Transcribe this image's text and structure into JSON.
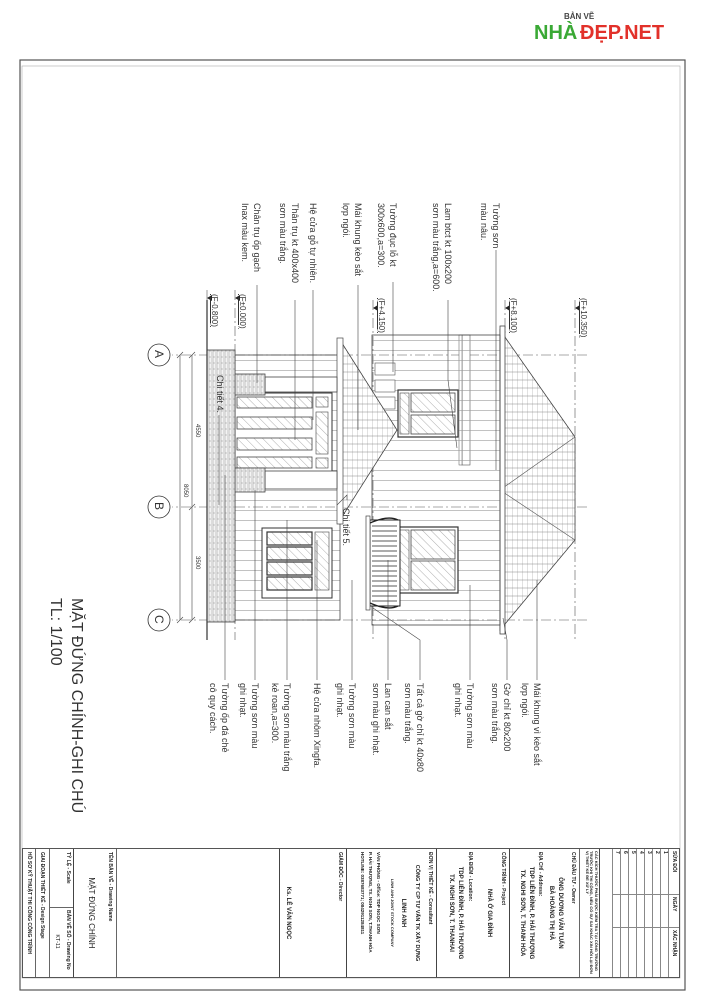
{
  "watermark": {
    "top": "BẢN VẼ",
    "brand_a": "NHÀ",
    "brand_b": "ĐẸP.NET",
    "colors": {
      "green": "#3aa935",
      "red": "#e2312a"
    }
  },
  "drawing": {
    "title": "MẶT ĐỨNG CHÍNH-GHI CHÚ",
    "scale": "TL: 1/100",
    "levels": [
      "(F+10.350)",
      "(F+8.100)",
      "(F+4.150)",
      "(F±0.000)",
      "(F-0.800)"
    ],
    "axes": [
      "A",
      "B",
      "C"
    ],
    "dimensions": {
      "ab": "4550",
      "bc": "3500",
      "total": "8050"
    },
    "callouts": [
      "Chi tiết 4.",
      "Chi tiết 5."
    ],
    "left_notes": [
      [
        "Tường sơn",
        "màu nâu."
      ],
      [
        "Lam btct kt 100x200",
        "sơn màu trắng,a=600."
      ],
      [
        "Tường đục lỗ kt",
        "300x600,a=300."
      ],
      [
        "Mái khung kèo sắt",
        "lợp ngói."
      ],
      [
        "Hệ cửa gỗ tự nhiên."
      ],
      [
        "Thân trụ kt 400x400",
        "sơn màu trắng."
      ],
      [
        "Chân trụ ốp gạch",
        "Inax màu kem."
      ]
    ],
    "right_notes": [
      [
        "Mái khung vì kèo sắt",
        "lợp ngói."
      ],
      [
        "Gờ chỉ kt 80x200",
        "sơn màu trắng."
      ],
      [
        "Tường sơn màu",
        "ghi nhạt."
      ],
      [
        "Tất cả gờ chỉ kt 40x80",
        "sơn màu trắng."
      ],
      [
        "Lan can sắt",
        "sơn màu ghi nhạt."
      ],
      [
        "Tường sơn màu",
        "ghi nhạt."
      ],
      [
        "Hệ cửa nhôm Xingfa."
      ],
      [
        "Tường sơn màu trắng",
        "kẻ roan,a=300."
      ],
      [
        "Tường sơn màu",
        "ghi nhạt."
      ],
      [
        "Tường ốp đá chẻ",
        "cô quy cách."
      ]
    ]
  },
  "title_block": {
    "revision_headers": [
      "SỬA ĐỔI",
      "NGÀY",
      "XÁC NHẬN"
    ],
    "revision_rows": [
      "1",
      "2",
      "3",
      "4",
      "5",
      "6",
      "7"
    ],
    "note": "CÁC KÍCH THƯỚC PHẢI ĐƯỢC KIỂM TRA TẠI CÔNG TRƯỜNG TRƯỚC KHI THI CÔNG, NẾU CÓ SỰ SAI KHÁC XIN HỎI LẠI ĐƠN VỊ THIẾT KẾ ĐỂ XỬ LÝ",
    "owner_label": "CHỦ ĐẦU TƯ - Owner",
    "owner_1": "ÔNG DƯƠNG VĂN TUẤN",
    "owner_2": "BÀ HOÀNG THỊ HÀ",
    "address_label": "ĐỊA CHỈ - Address:",
    "address_1": "TDP LIÊN ĐÌNH, P. HẢI THƯỢNG",
    "address_2": "TX. NGHI SƠN, T. THANH HÓA",
    "project_label": "CÔNG TRÌNH - Project",
    "project": "NHÀ Ở GIA ĐÌNH",
    "location_label": "ĐỊA ĐIỂM - Location:",
    "location_1": "TDP LIÊN ĐÌNH, P. HẢI THƯỢNG",
    "location_2": "TX. NGHI SƠN, T. THANHAI",
    "consultant_label": "ĐƠN VỊ THIẾT KẾ - Consultant",
    "company": "CÔNG TY CP TƯ VẤN TK XÂY DỰNG",
    "company_name": "LINH ANH",
    "company_en": "LINH ANH JOINT STOCK COMPANY",
    "office_1": "VĂN PHÒNG - Office: TDP NGỌC SƠN",
    "office_2": "P. HẢI THƯỢNG, TX. NGHI SƠN, T.THANH HÓA",
    "hotline": "HOTLINE: 0387683771; 0842911284811",
    "director_label": "GIÁM ĐỐC - Director",
    "director": "Ks. LÊ VĂN NGỌC",
    "drawing_name_label": "TÊN BẢN VẼ - Drawing Name",
    "drawing_name": "MẶT ĐỨNG CHÍNH",
    "scale_label": "TỶ LỆ - Scale",
    "drawing_no_label": "BẢN VẼ SỐ - Drawing No",
    "drawing_no": "KT-11",
    "stage_label": "GIAI ĐOẠN THIẾT KẾ - Design Stage",
    "stage": "HỒ SƠ KỸ THUẬT THI CÔNG CÔNG TRÌNH"
  }
}
